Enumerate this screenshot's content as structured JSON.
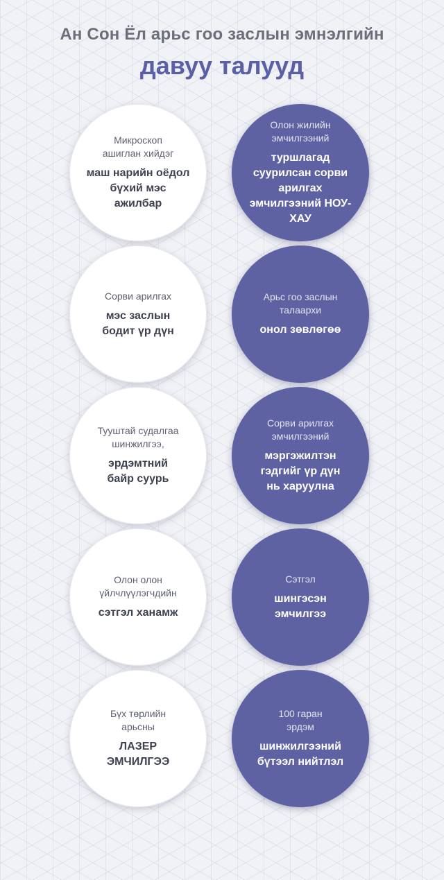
{
  "header": {
    "title_line1": "Ан Сон Ёл арьс гоо заслын эмнэлгийн",
    "title_line2": "давуу талууд"
  },
  "colors": {
    "accent": "#5e62a2",
    "title_gray": "#6b6f7a",
    "background": "#f1f2f6"
  },
  "rows": [
    {
      "left": {
        "light": "Микроскоп ашиглан хийдэг",
        "bold": "маш нарийн оёдол бүхий мэс ажилбар"
      },
      "right": {
        "light": "Олон жилийн эмчилгээний",
        "bold": "туршлагад суурилсан сорви арилгах эмчилгээний НОУ-ХАУ"
      }
    },
    {
      "left": {
        "light": "Сорви арилгах",
        "bold": "мэс заслын бодит үр дүн"
      },
      "right": {
        "light": "Арьс гоо заслын талаархи",
        "bold": "онол зөвлөгөө"
      }
    },
    {
      "left": {
        "light": "Тууштай судалгаа шинжилгээ,",
        "bold": "эрдэмтний байр суурь"
      },
      "right": {
        "light": "Сорви арилгах эмчилгээний",
        "bold": "мэргэжилтэн гэдгийг үр дүн нь харуулна"
      }
    },
    {
      "left": {
        "light": "Олон олон үйлчлүүлэгчдийн",
        "bold": "сэтгэл ханамж"
      },
      "right": {
        "light": "Сэтгэл",
        "bold": "шингэсэн эмчилгээ"
      }
    },
    {
      "left": {
        "light": "Бүх төрлийн арьсны",
        "bold": "ЛАЗЕР ЭМЧИЛГЭЭ"
      },
      "right": {
        "light": "100 гаран эрдэм",
        "bold": "шинжилгээний бүтээл нийтлэл"
      }
    }
  ]
}
